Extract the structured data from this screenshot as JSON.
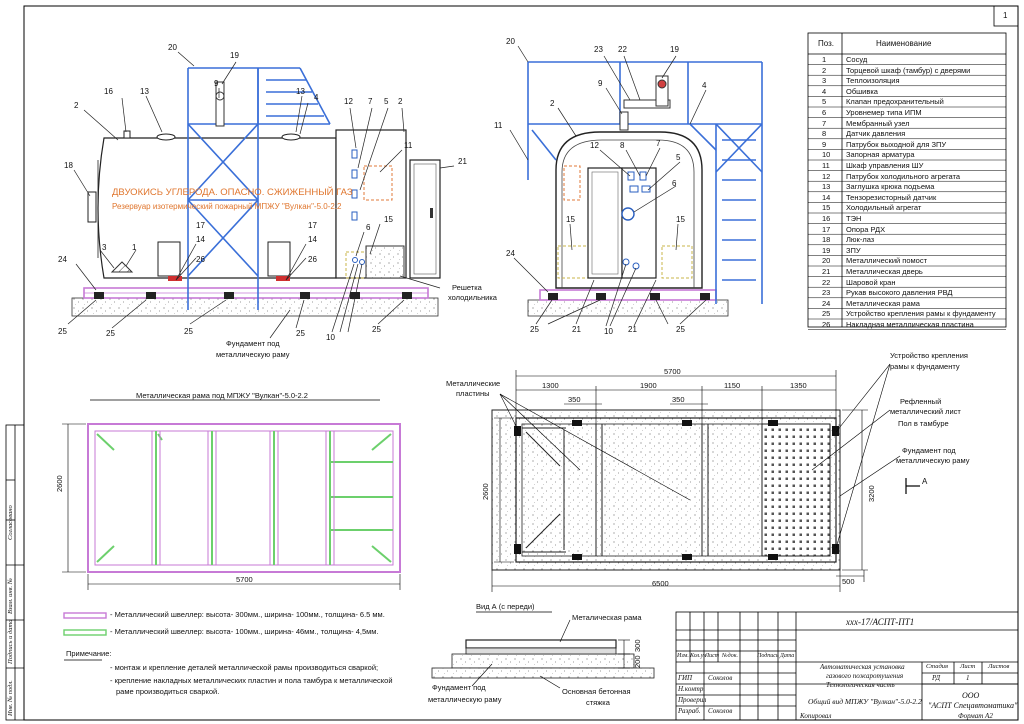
{
  "sheet": {
    "number": "1",
    "format": "Формат A2",
    "copied": "Копировал"
  },
  "front_view": {
    "leaders": [
      "20",
      "19",
      "9",
      "13",
      "16",
      "2",
      "4",
      "13",
      "18",
      "12",
      "7",
      "5",
      "2",
      "11",
      "21",
      "3",
      "1",
      "17",
      "14",
      "26",
      "17",
      "14",
      "26",
      "15",
      "6",
      "24",
      "25",
      "25",
      "25",
      "25",
      "25",
      "10"
    ],
    "tank_text_1": "ДВУОКИСЬ УГЛЕРОДА. ОПАСНО. СЖИЖЕННЫЙ ГАЗ",
    "tank_text_2": "Резервуар изотермический пожарный МПЖУ \"Вулкан\"-5.0-2.2",
    "grille_label_1": "Решетка",
    "grille_label_2": "холодильника",
    "foundation_label_1": "Фундамент под",
    "foundation_label_2": "металлическую раму"
  },
  "side_view": {
    "leaders": [
      "20",
      "23",
      "22",
      "19",
      "9",
      "4",
      "2",
      "11",
      "12",
      "8",
      "7",
      "5",
      "6",
      "24",
      "15",
      "15",
      "25",
      "21",
      "10",
      "21",
      "25"
    ]
  },
  "parts_table": {
    "header_pos": "Поз.",
    "header_name": "Наименование",
    "rows": [
      [
        "1",
        "Сосуд"
      ],
      [
        "2",
        "Торцевой шкаф (тамбур) с дверями"
      ],
      [
        "3",
        "Теплоизоляция"
      ],
      [
        "4",
        "Обшивка"
      ],
      [
        "5",
        "Клапан предохранительный"
      ],
      [
        "6",
        "Уровнемер типа ИПМ"
      ],
      [
        "7",
        "Мембранный узел"
      ],
      [
        "8",
        "Датчик давления"
      ],
      [
        "9",
        "Патрубок выходной для ЗПУ"
      ],
      [
        "10",
        "Запорная арматура"
      ],
      [
        "11",
        "Шкаф управления ШУ"
      ],
      [
        "12",
        "Патрубок холодильного агрегата"
      ],
      [
        "13",
        "Заглушка крюка подъема"
      ],
      [
        "14",
        "Тензорезисторный датчик"
      ],
      [
        "15",
        "Холодильный агрегат"
      ],
      [
        "16",
        "ТЭН"
      ],
      [
        "17",
        "Опора РДХ"
      ],
      [
        "18",
        "Люк-лаз"
      ],
      [
        "19",
        "ЗПУ"
      ],
      [
        "20",
        "Металлический помост"
      ],
      [
        "21",
        "Металлическая дверь"
      ],
      [
        "22",
        "Шаровой кран"
      ],
      [
        "23",
        "Рукав высокого давления РВД"
      ],
      [
        "24",
        "Металлическая рама"
      ],
      [
        "25",
        "Устройство крепления рамы к фундаменту"
      ],
      [
        "26",
        "Накладная металлическая пластина"
      ]
    ]
  },
  "frame_plan": {
    "title": "Металлическая рама под МПЖУ \"Вулкан\"-5.0-2.2",
    "dim_length": "5700",
    "dim_width": "2600"
  },
  "foundation_plan": {
    "dim_total_top": "5700",
    "dim_segments": [
      "1300",
      "1900",
      "1150",
      "1350"
    ],
    "dim_sub": [
      "350",
      "350"
    ],
    "dim_total_bottom": "6500",
    "dim_offset": "500",
    "dim_width_inner": "2600",
    "dim_width_outer": "3200",
    "view_mark": "А",
    "labels": {
      "plates_1": "Металлические",
      "plates_2": "пластины",
      "mount_1": "Устройство крепления",
      "mount_2": "рамы к фундаменту",
      "sheet_1": "Рефленный",
      "sheet_2": "металлический лист",
      "sheet_3": "Пол в тамбуре",
      "found_1": "Фундамент под",
      "found_2": "металлическую раму"
    }
  },
  "legend": {
    "item_1": "- Металлический швеллер: высота- 300мм., ширина- 100мм., толщина- 6.5 мм.",
    "item_2": "- Металлический швеллер: высота- 100мм., ширина- 46мм., толщина- 4,5мм.",
    "color_1": "#c77ad6",
    "color_2": "#6cd06c"
  },
  "notes": {
    "title": "Примечание:",
    "line_1": "- монтаж и крепление деталей металлической рамы производиться сваркой;",
    "line_2a": "- крепление накладных металлических пластин и пола тамбура к металлической",
    "line_2b": "раме производиться сваркой."
  },
  "view_a": {
    "title": "Вид А  (с переди)",
    "frame_label": "Металическая рама",
    "dim_1": "300",
    "dim_2": "200",
    "foundation_1": "Фундамент под",
    "foundation_2": "металлическую раму",
    "base_1": "Основная бетонная",
    "base_2": "стяжка"
  },
  "title_block": {
    "doc_code": "ххх-17/АСПТ-ПТ1",
    "col_izm": "Изм.",
    "col_kol": "Кол.уч",
    "col_list": "Лист",
    "col_doc": "№док.",
    "col_sign": "Подпись",
    "col_date": "Дата",
    "role_gip": "ГИП",
    "role_nkontr": "Н.контр.",
    "role_prover": "Проверил",
    "role_razrab": "Разраб.",
    "name_1": "Соколов",
    "name_2": "Соколов",
    "project_1": "Автоматическая установка",
    "project_2": "газового пожаротушения",
    "project_3": "Технологическая часть",
    "stage_h": "Стадия",
    "sheet_h": "Лист",
    "sheets_h": "Листов",
    "stage_v": "РД",
    "sheet_v": "1",
    "drawing_title": "Общий вид МПЖУ \"Вулкан\"-5.0-2.2",
    "org_1": "ООО",
    "org_2": "\"АСПТ Спецавтоматика\""
  },
  "side_stamp": {
    "soglasovano": "Согласовано",
    "vzam": "Взам. инв. №",
    "podp": "Подпись и дата",
    "inv": "Инв. № подл."
  }
}
